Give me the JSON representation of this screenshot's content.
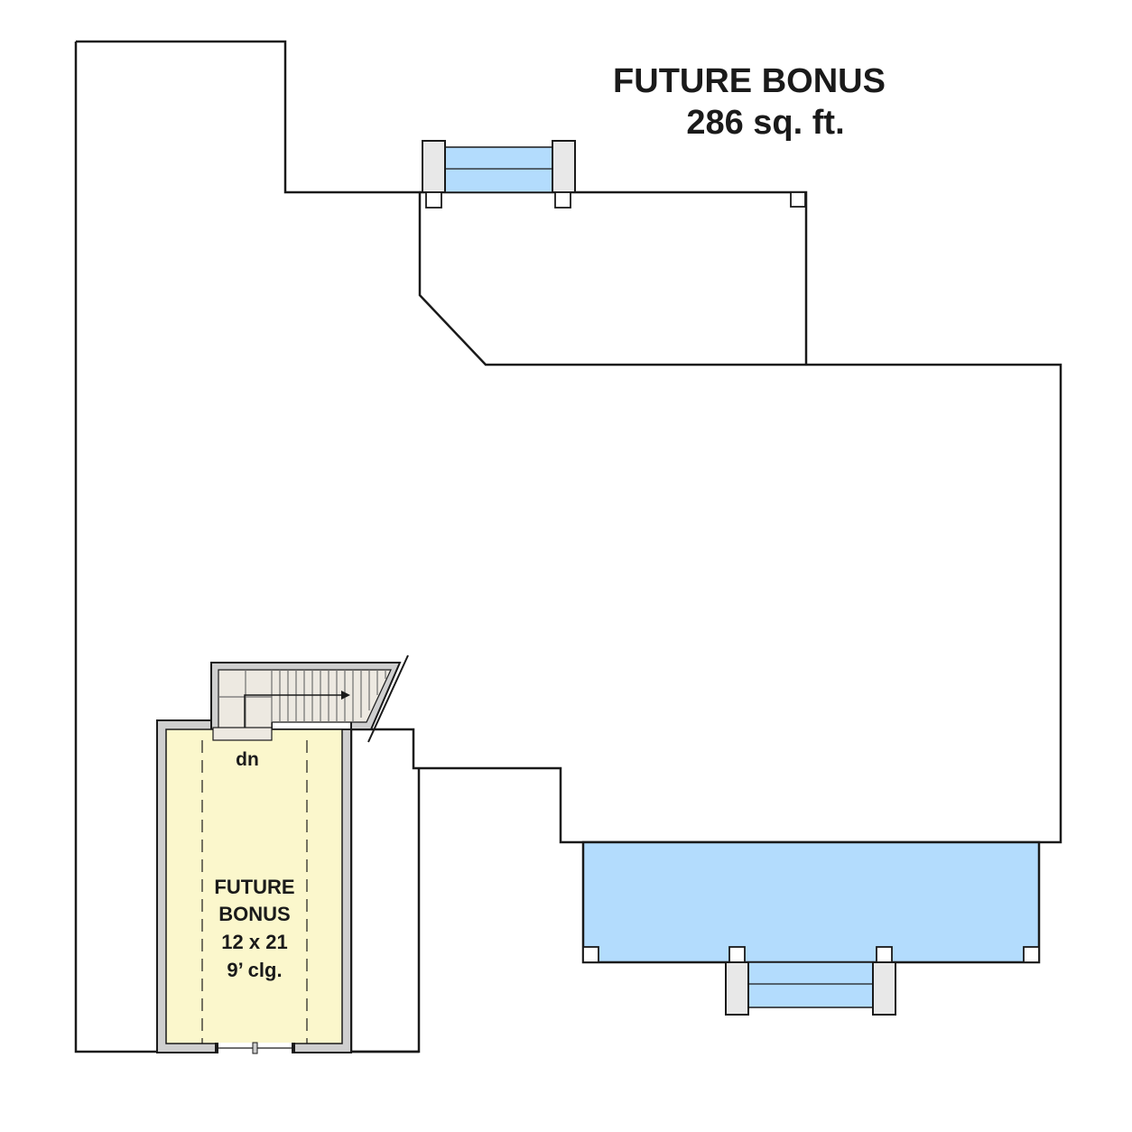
{
  "title": {
    "line1": "FUTURE BONUS",
    "line2": "286 sq. ft."
  },
  "room": {
    "name_line1": "FUTURE",
    "name_line2": "BONUS",
    "dimensions": "12 x 21",
    "ceiling": "9’ clg."
  },
  "stair": {
    "label": "dn"
  },
  "colors": {
    "outline": "#1a1a1a",
    "room_fill": "#fbf7cc",
    "window_fill": "#b3dcfd",
    "porch_fill": "#b3dcfd",
    "stair_fill": "#ede9e1",
    "wall_fill": "#cfcfcf",
    "post_fill": "#e8e8e8"
  }
}
